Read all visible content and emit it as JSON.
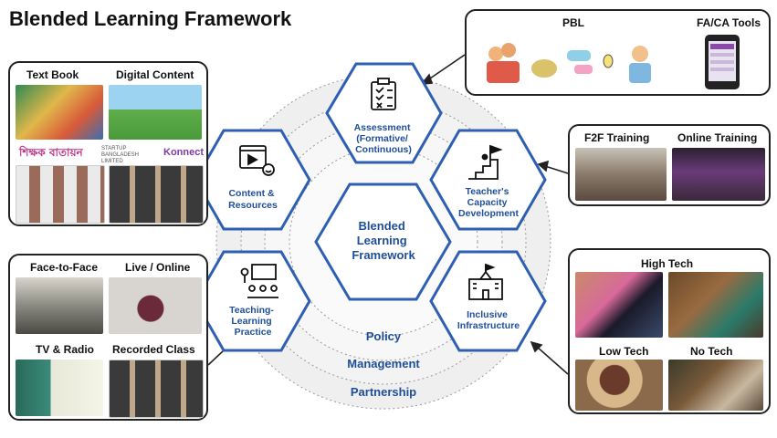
{
  "title": "Blended Learning Framework",
  "center": {
    "lines": [
      "Blended",
      "Learning",
      "Framework"
    ]
  },
  "hexagons": {
    "assessment": [
      "Assessment",
      "(Formative/",
      "Continuous)"
    ],
    "content": [
      "Content &",
      "Resources"
    ],
    "teacher": [
      "Teacher's",
      "Capacity",
      "Development"
    ],
    "practice": [
      "Teaching-",
      "Learning",
      "Practice"
    ],
    "infra": [
      "Inclusive",
      "Infrastructure"
    ]
  },
  "rings": {
    "policy": "Policy",
    "management": "Management",
    "partnership": "Partnership"
  },
  "boxes": {
    "pbl": {
      "label1": "PBL",
      "label2": "FA/CA Tools"
    },
    "resources": {
      "label1": "Text Book",
      "label2": "Digital Content",
      "logo1": "শিক্ষক বাতায়ন",
      "logo2": "STARTUP BANGLADESH LIMITED",
      "logo3": "Konnect"
    },
    "training": {
      "label1": "F2F Training",
      "label2": "Online Training"
    },
    "modes": {
      "label1": "Face-to-Face",
      "label2": "Live / Online",
      "label3": "TV & Radio",
      "label4": "Recorded Class"
    },
    "tech": {
      "label1": "High Tech",
      "label2": "Low Tech",
      "label3": "No Tech"
    }
  },
  "colors": {
    "hex_border": "#2f5fb3",
    "hex_text": "#1f4e9a",
    "ring_fill": "#eeeeee"
  }
}
